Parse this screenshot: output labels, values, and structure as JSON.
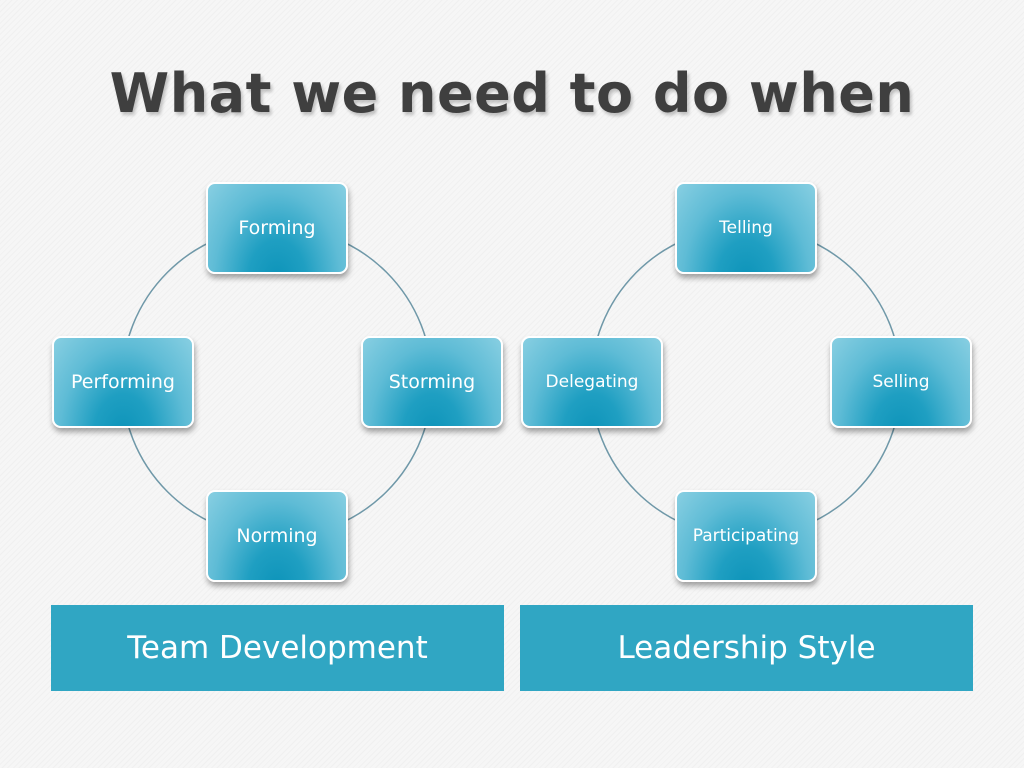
{
  "title": "What we need to do when",
  "team_development": {
    "label": "Team Development",
    "stages": [
      "Forming",
      "Storming",
      "Norming",
      "Performing"
    ]
  },
  "leadership_style": {
    "label": "Leadership Style",
    "stages": [
      "Telling",
      "Selling",
      "Participating",
      "Delegating"
    ]
  },
  "colors": {
    "accent": "#30a6c3",
    "node_dark": "#0c93b9",
    "node_light": "#88cfe2",
    "connector": "#6f98a8",
    "title": "#3f3f3f"
  }
}
